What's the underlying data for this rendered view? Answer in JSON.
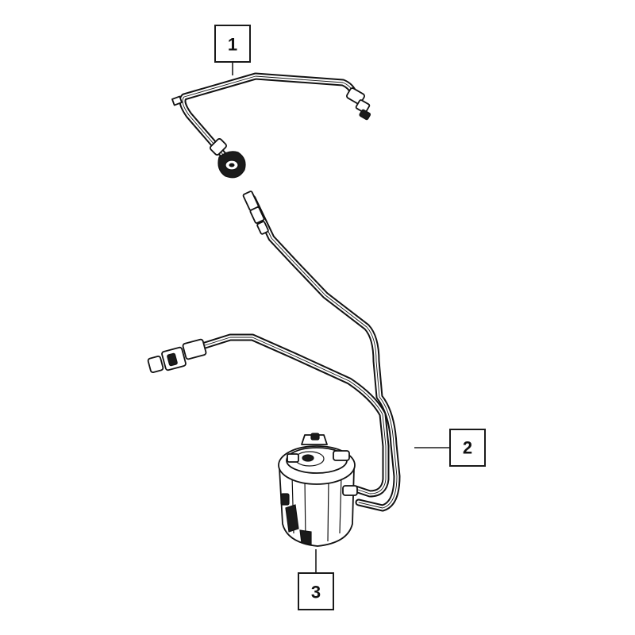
{
  "callouts": [
    {
      "id": "callout-1",
      "label": "1"
    },
    {
      "id": "callout-2",
      "label": "2"
    },
    {
      "id": "callout-3",
      "label": "3"
    }
  ],
  "parts": {
    "part_1": "fuel-line-upper",
    "part_2": "fuel-line-lower",
    "part_3": "fuel-filter-housing"
  }
}
